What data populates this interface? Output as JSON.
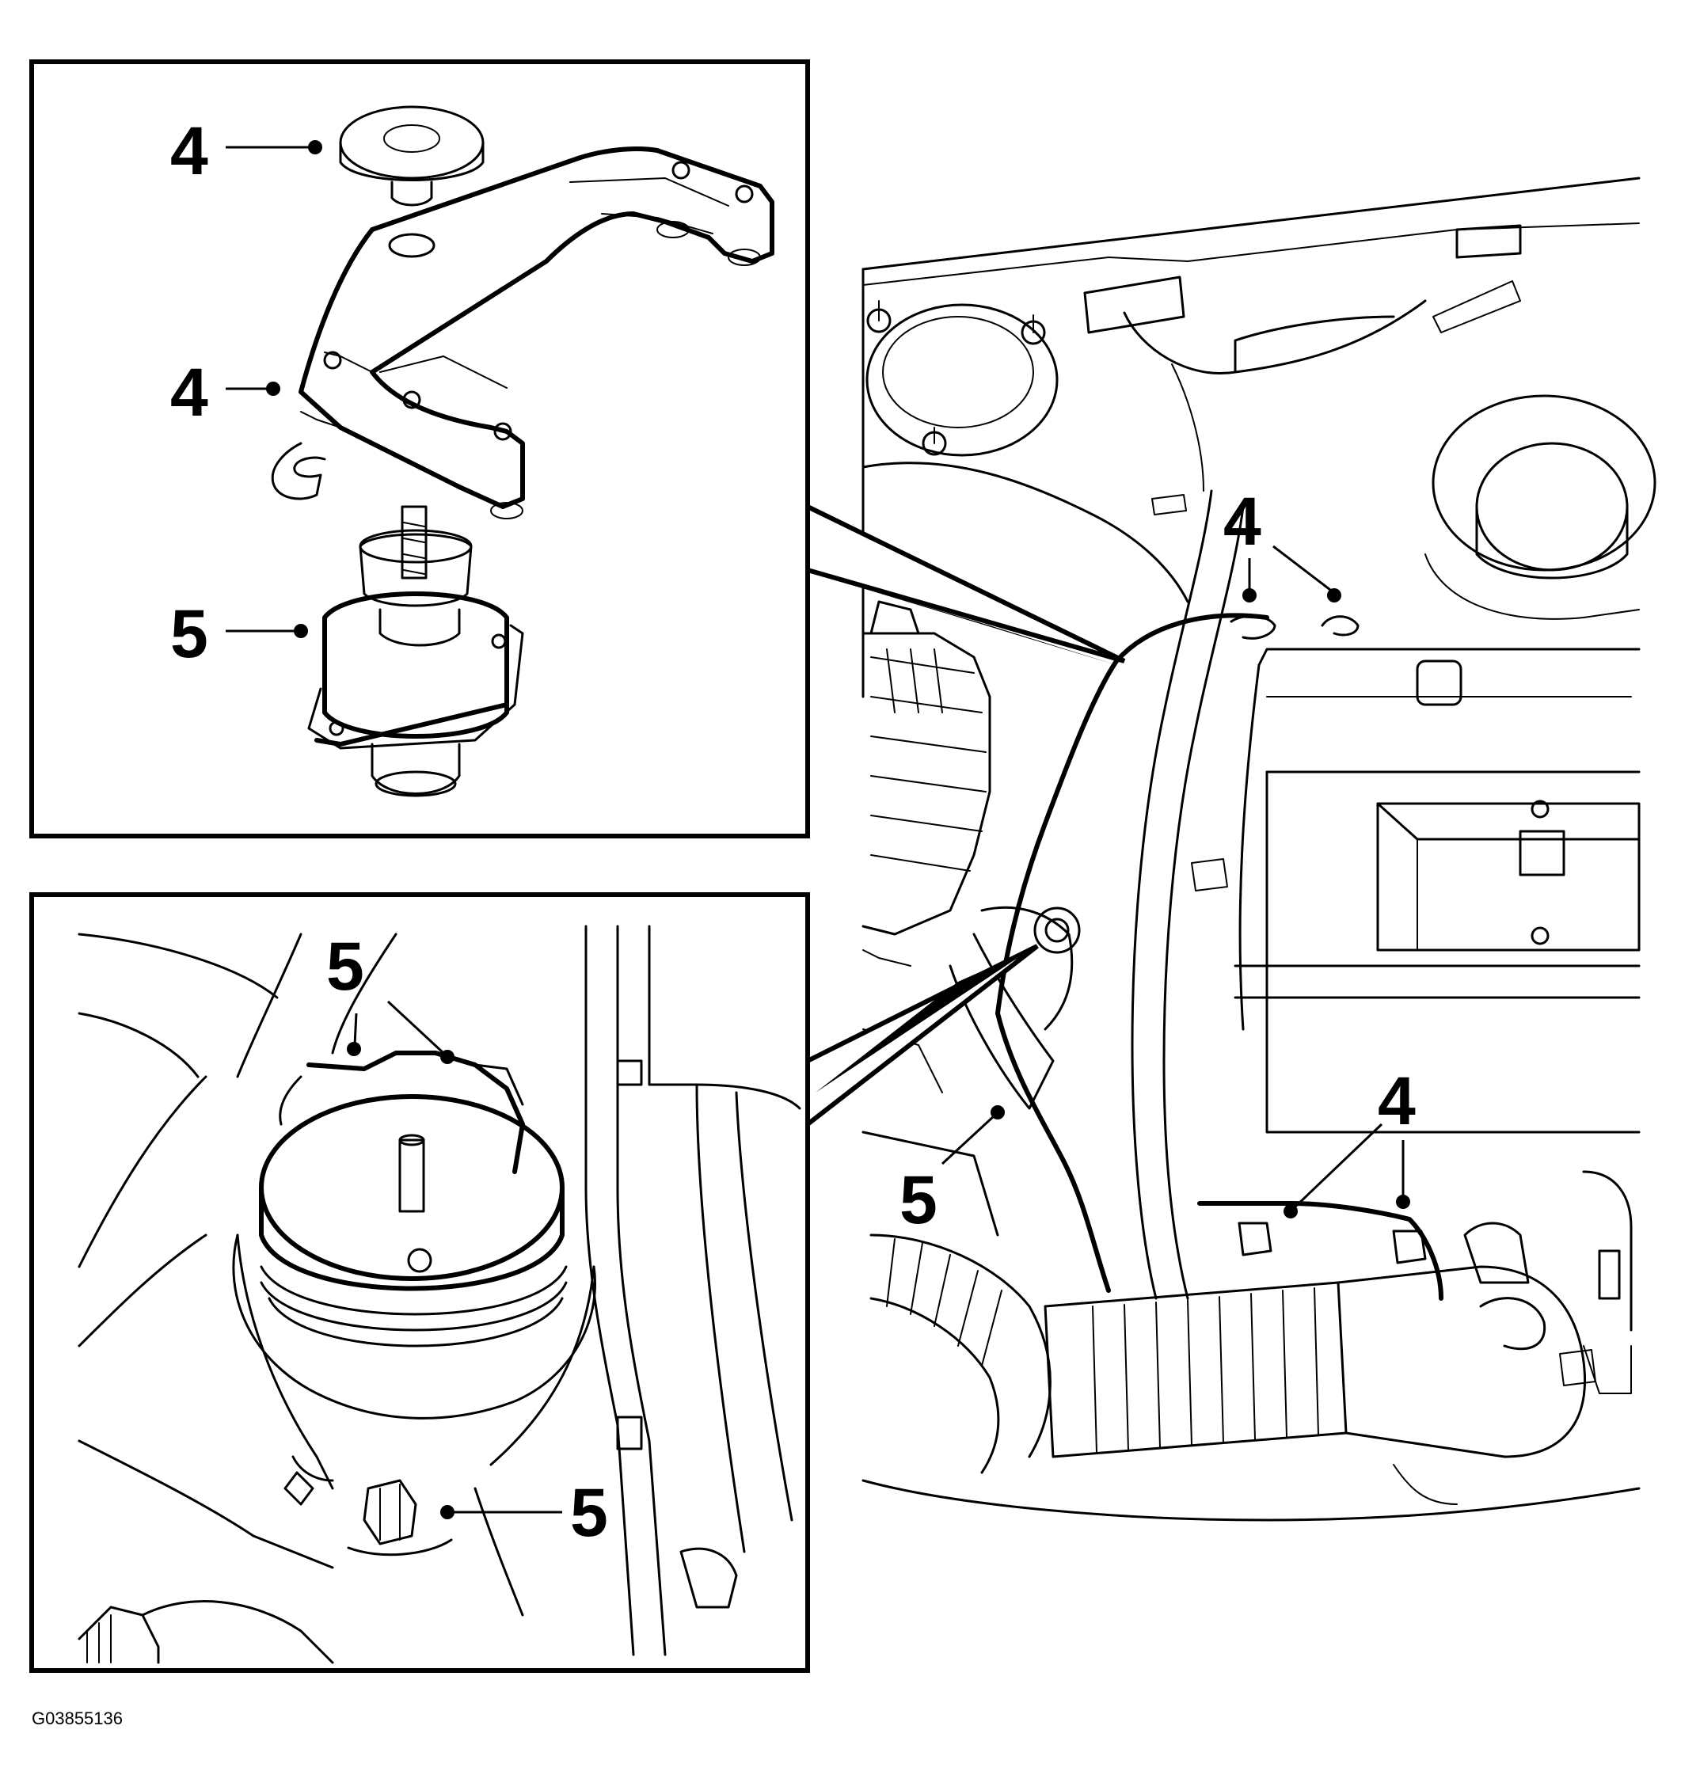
{
  "figure_id": "G03855136",
  "callouts": {
    "inset_top_label_1": "4",
    "inset_top_label_2": "4",
    "inset_top_label_3": "5",
    "inset_bottom_label_top": "5",
    "inset_bottom_label_bottom": "5",
    "main_label_upper": "4",
    "main_label_lower": "4",
    "main_label_left": "5"
  }
}
